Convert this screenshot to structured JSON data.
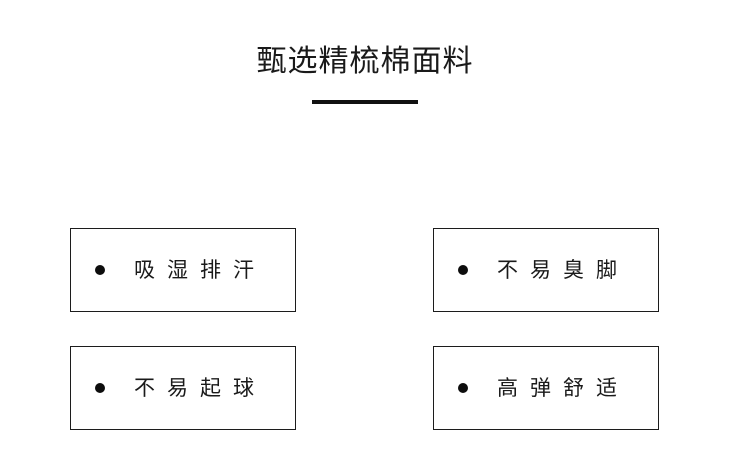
{
  "header": {
    "title": "甄选精梳棉面料",
    "underline_color": "#111111"
  },
  "features": {
    "bullet_icon": "bullet-dot-icon",
    "border_color": "#1c1c1c",
    "text_color": "#1a1a1a",
    "items": [
      {
        "label": "吸湿排汗",
        "position": "top-left"
      },
      {
        "label": "不易臭脚",
        "position": "top-right"
      },
      {
        "label": "不易起球",
        "position": "bottom-left"
      },
      {
        "label": "高弹舒适",
        "position": "bottom-right"
      }
    ]
  },
  "theme": {
    "background": "#ffffff",
    "foreground": "#1a1a1a"
  }
}
